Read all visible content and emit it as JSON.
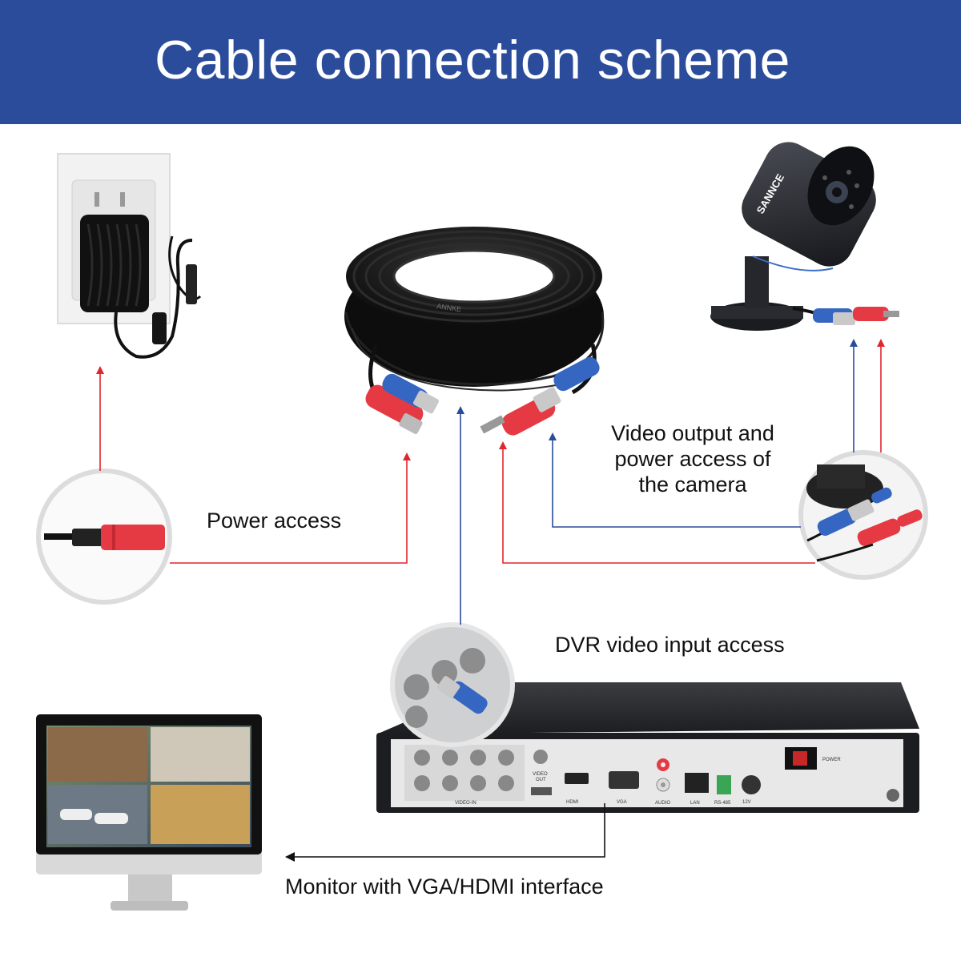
{
  "header": {
    "title": "Cable connection scheme"
  },
  "labels": {
    "power_access": "Power access",
    "video_output_line1": "Video output and",
    "video_output_line2": "power access of",
    "video_output_line3": "the camera",
    "dvr_input": "DVR video input access",
    "monitor_interface": "Monitor with VGA/HDMI interface"
  },
  "camera": {
    "brand": "SANNCE"
  },
  "cable": {
    "print": "ANNKE"
  },
  "dvr": {
    "port_labels": {
      "video_in": "VIDEO-IN",
      "video_out_1": "VIDEO",
      "video_out_2": "OUT",
      "hdmi": "HDMI",
      "vga": "VGA",
      "audio": "AUDIO",
      "lan": "LAN",
      "rs485": "RS-485",
      "power_in": "12V",
      "power_switch": "POWER"
    }
  },
  "colors": {
    "header_bg": "#2b4c9b",
    "power_line": "#e0262d",
    "video_line": "#2b4c9b",
    "monitor_line": "#111111"
  }
}
